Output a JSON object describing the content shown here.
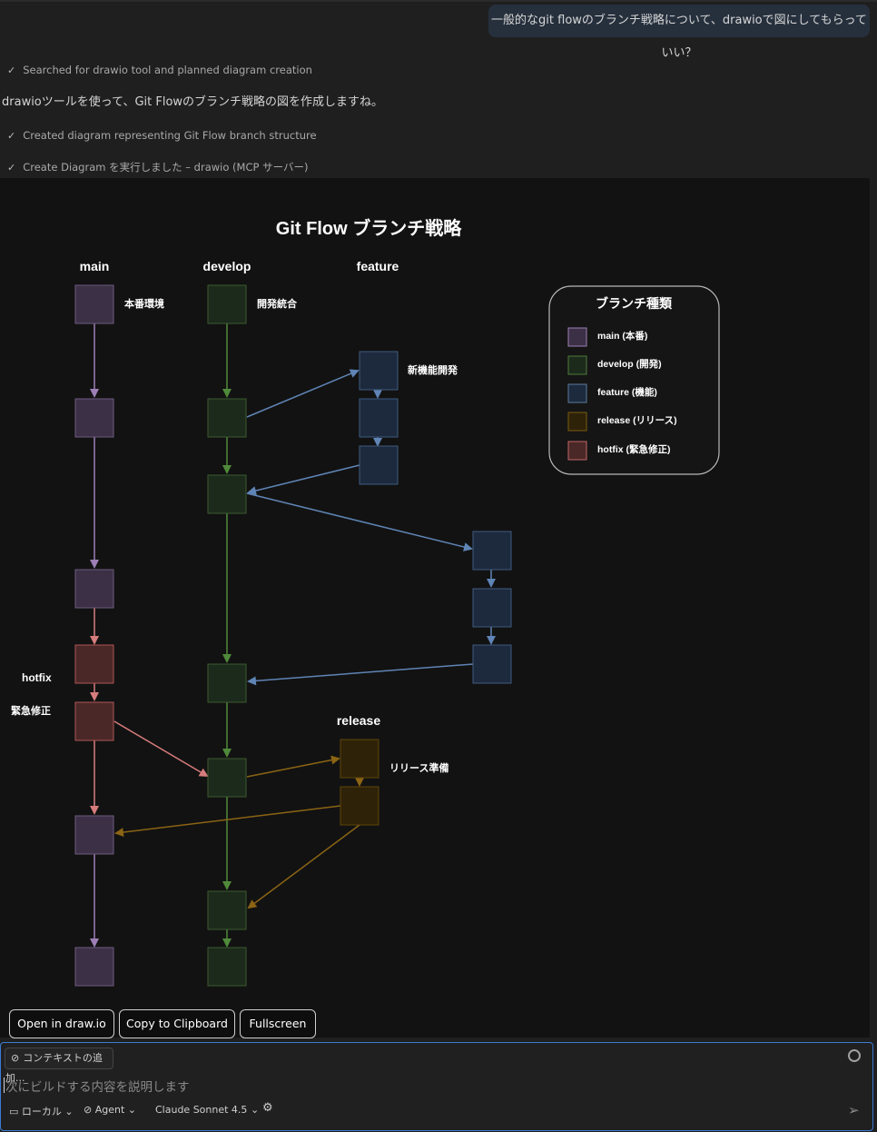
{
  "user_message": "一般的なgit flowのブランチ戦略について、drawioで図にしてもらっていい？",
  "statuses": [
    "Searched for drawio tool and planned diagram creation",
    "Created diagram representing Git Flow branch structure",
    "Create Diagram を実行しました – drawio (MCP サーバー)"
  ],
  "reply_text": "drawioツールを使って、Git Flowのブランチ戦略の図を作成しますね。",
  "diagram": {
    "title": "Git Flow ブランチ戦略",
    "col_main": "main",
    "col_develop": "develop",
    "col_feature": "feature",
    "label_main": "本番環境",
    "label_develop": "開発統合",
    "label_feature": "新機能開発",
    "label_hotfix": "hotfix",
    "label_hotfix_sub": "緊急修正",
    "label_release": "release",
    "label_release_sub": "リリース準備",
    "legend": {
      "title": "ブランチ種類",
      "items": [
        {
          "label": "main (本番)",
          "fill": "#3b3045",
          "stroke": "#9d7fb5"
        },
        {
          "label": "develop (開発)",
          "fill": "#1c2a1c",
          "stroke": "#4f7a3a"
        },
        {
          "label": "feature (機能)",
          "fill": "#1d2a3d",
          "stroke": "#5a7aa0"
        },
        {
          "label": "release (リリース)",
          "fill": "#2e2208",
          "stroke": "#7a5c10"
        },
        {
          "label": "hotfix (緊急修正)",
          "fill": "#4a2828",
          "stroke": "#c06565"
        }
      ]
    },
    "colors": {
      "main_arrow": "#9d7fb5",
      "develop_arrow": "#4f8a3a",
      "feature_arrow": "#5f84b5",
      "release_arrow": "#8b6414",
      "hotfix_arrow": "#d77c7c"
    }
  },
  "buttons": {
    "open": "Open in draw.io",
    "copy": "Copy to Clipboard",
    "fullscreen": "Fullscreen"
  },
  "input": {
    "context_button": "コンテキストの追加...",
    "placeholder": "次にビルドする内容を説明します",
    "location": "ローカル",
    "mode": "Agent",
    "model": "Claude Sonnet 4.5"
  }
}
